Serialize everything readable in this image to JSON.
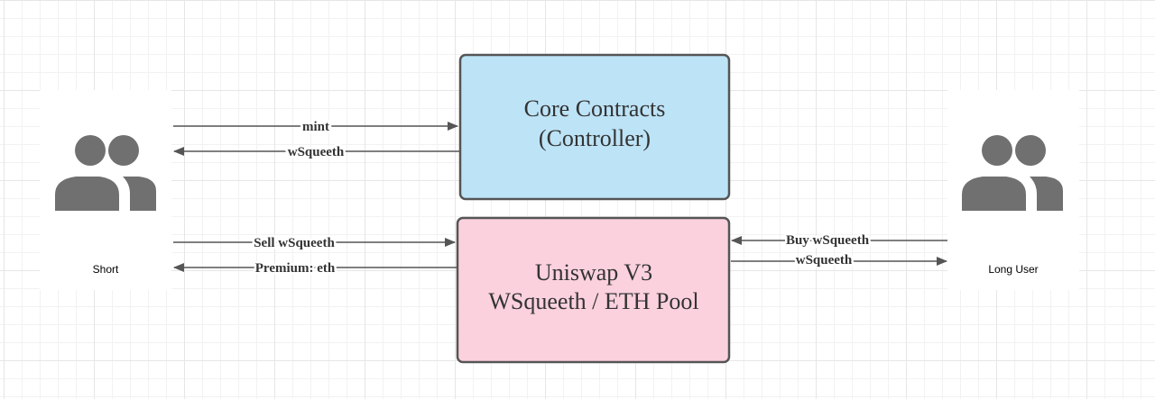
{
  "actors": {
    "short": {
      "label": "Short",
      "icon": "users-icon"
    },
    "long": {
      "label": "Long User",
      "icon": "users-icon"
    }
  },
  "nodes": {
    "controller": {
      "title_line1": "Core Contracts",
      "title_line2": "(Controller)",
      "color": "#bde3f6"
    },
    "pool": {
      "title_line1": "Uniswap V3",
      "title_line2": "WSqueeth / ETH Pool",
      "color": "#fbd1de"
    }
  },
  "edges": {
    "mint": "mint",
    "controller_wsqueeth": "wSqueeth",
    "sell_wsqueeth": "Sell wSqueeth",
    "premium": "Premium: eth",
    "buy_wsqueeth": "Buy wSqueeth",
    "pool_wsqueeth": "wSqueeth"
  },
  "colors": {
    "stroke": "#555555",
    "icon": "#707070",
    "text": "#333333"
  }
}
